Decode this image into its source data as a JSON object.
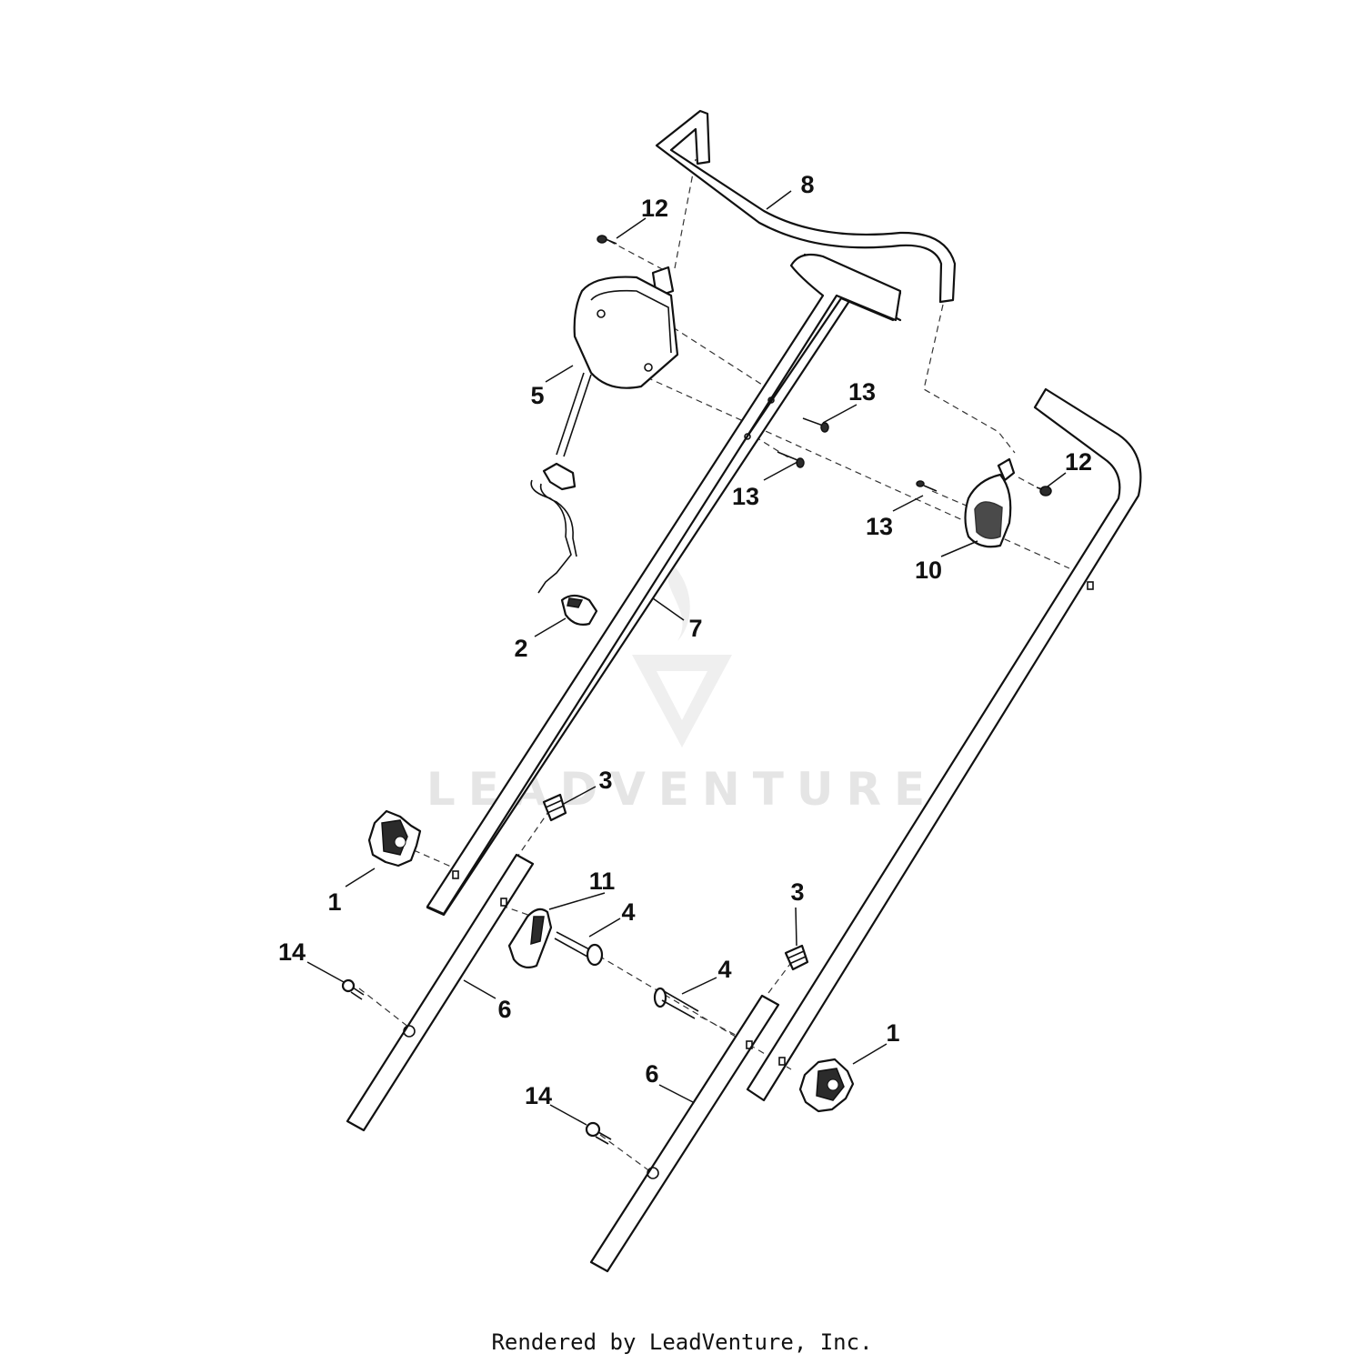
{
  "diagram": {
    "callouts": {
      "c1a": "1",
      "c1b": "1",
      "c2": "2",
      "c3a": "3",
      "c3b": "3",
      "c4a": "4",
      "c4b": "4",
      "c5": "5",
      "c6a": "6",
      "c6b": "6",
      "c7": "7",
      "c8": "8",
      "c10": "10",
      "c11": "11",
      "c12a": "12",
      "c12b": "12",
      "c13a": "13",
      "c13b": "13",
      "c13c": "13",
      "c14a": "14",
      "c14b": "14"
    },
    "watermark": "LEADVENTURE"
  },
  "footer": {
    "text": "Rendered by LeadVenture, Inc."
  }
}
